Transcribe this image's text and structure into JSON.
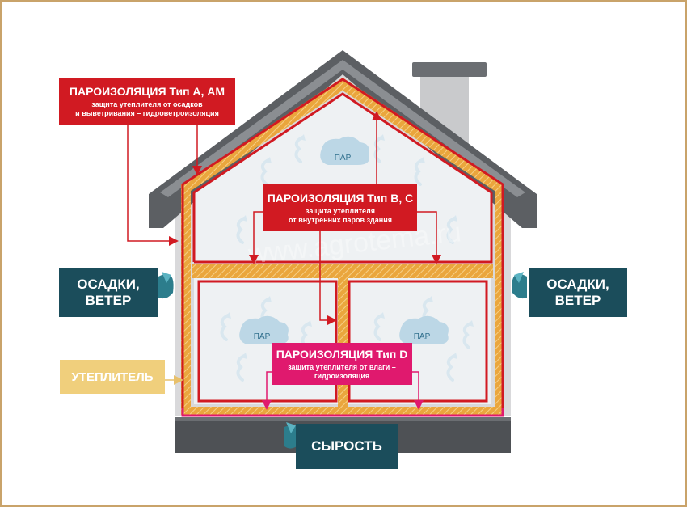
{
  "labels": {
    "type_a": {
      "title": "ПАРОИЗОЛЯЦИЯ Тип А, АМ",
      "sub1": "защита утеплителя от осадков",
      "sub2": "и выветривания – гидроветроизоляция"
    },
    "type_b": {
      "title": "ПАРОИЗОЛЯЦИЯ Тип В, С",
      "sub1": "защита утеплителя",
      "sub2": "от внутренних паров здания"
    },
    "type_d": {
      "title": "ПАРОИЗОЛЯЦИЯ Тип D",
      "sub1": "защита утеплителя от влаги –",
      "sub2": "гидроизоляция"
    },
    "precip_left": {
      "line1": "ОСАДКИ,",
      "line2": "ВЕТЕР"
    },
    "precip_right": {
      "line1": "ОСАДКИ,",
      "line2": "ВЕТЕР"
    },
    "insulation": "УТЕПЛИТЕЛЬ",
    "damp": "СЫРОСТЬ"
  },
  "vapor": [
    "ПАР",
    "ПАР",
    "ПАР"
  ],
  "watermark": "www.agrotema.ru",
  "colors": {
    "red": "#d11a22",
    "pink": "#e0196e",
    "teal": "#1b4d5b",
    "tan": "#f0cf7c",
    "roof": "#6b6e72",
    "wall": "#d9d9db",
    "insulation": "#e8a43a"
  }
}
